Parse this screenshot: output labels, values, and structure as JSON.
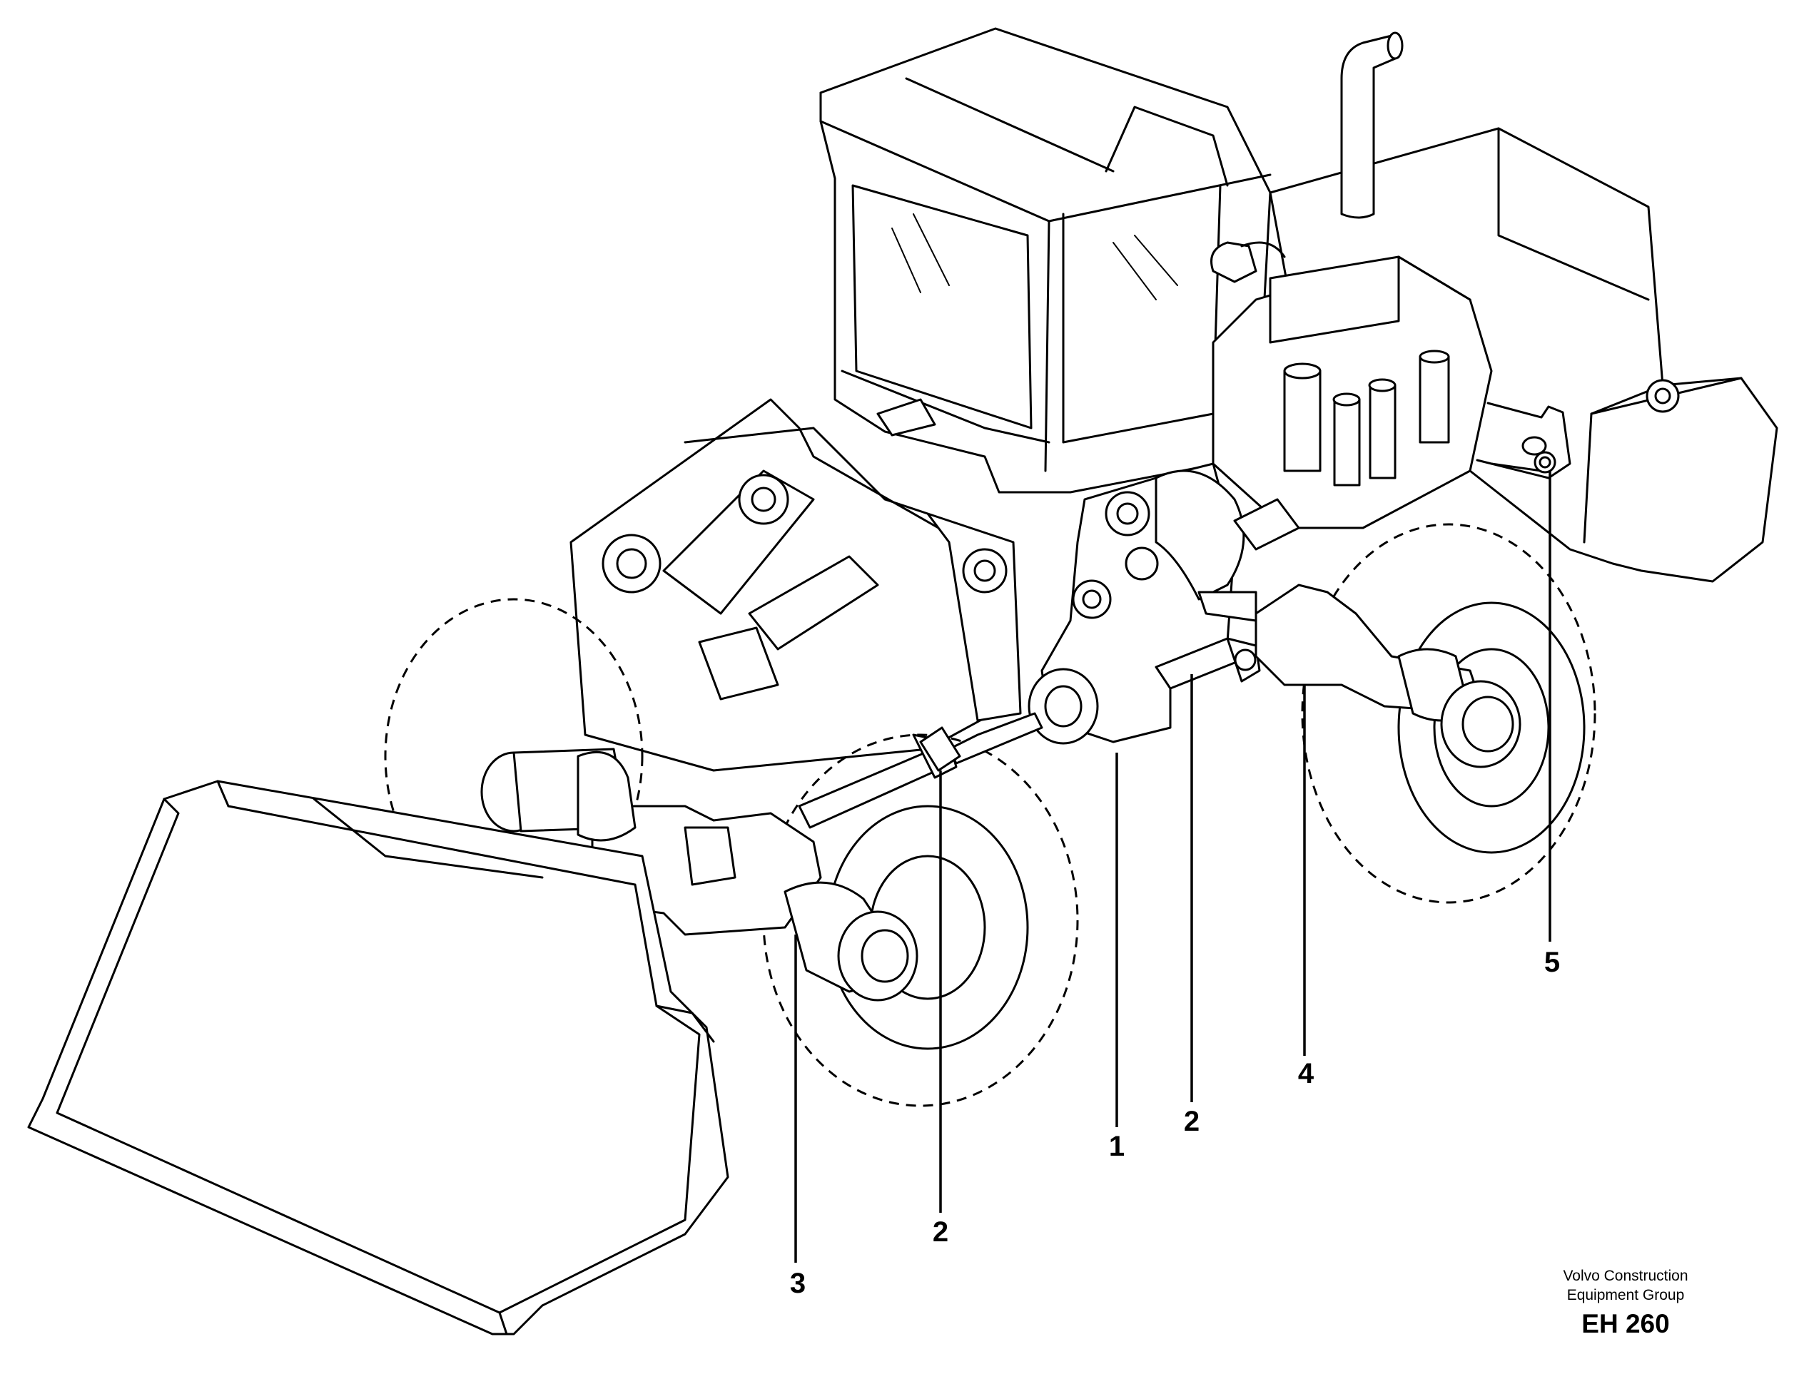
{
  "callouts": [
    {
      "id": "c1",
      "label": "1"
    },
    {
      "id": "c2a",
      "label": "2"
    },
    {
      "id": "c2b",
      "label": "2"
    },
    {
      "id": "c3",
      "label": "3"
    },
    {
      "id": "c4",
      "label": "4"
    },
    {
      "id": "c5",
      "label": "5"
    }
  ],
  "footer": {
    "line1": "Volvo Construction",
    "line2": "Equipment Group",
    "code": "EH 260"
  }
}
